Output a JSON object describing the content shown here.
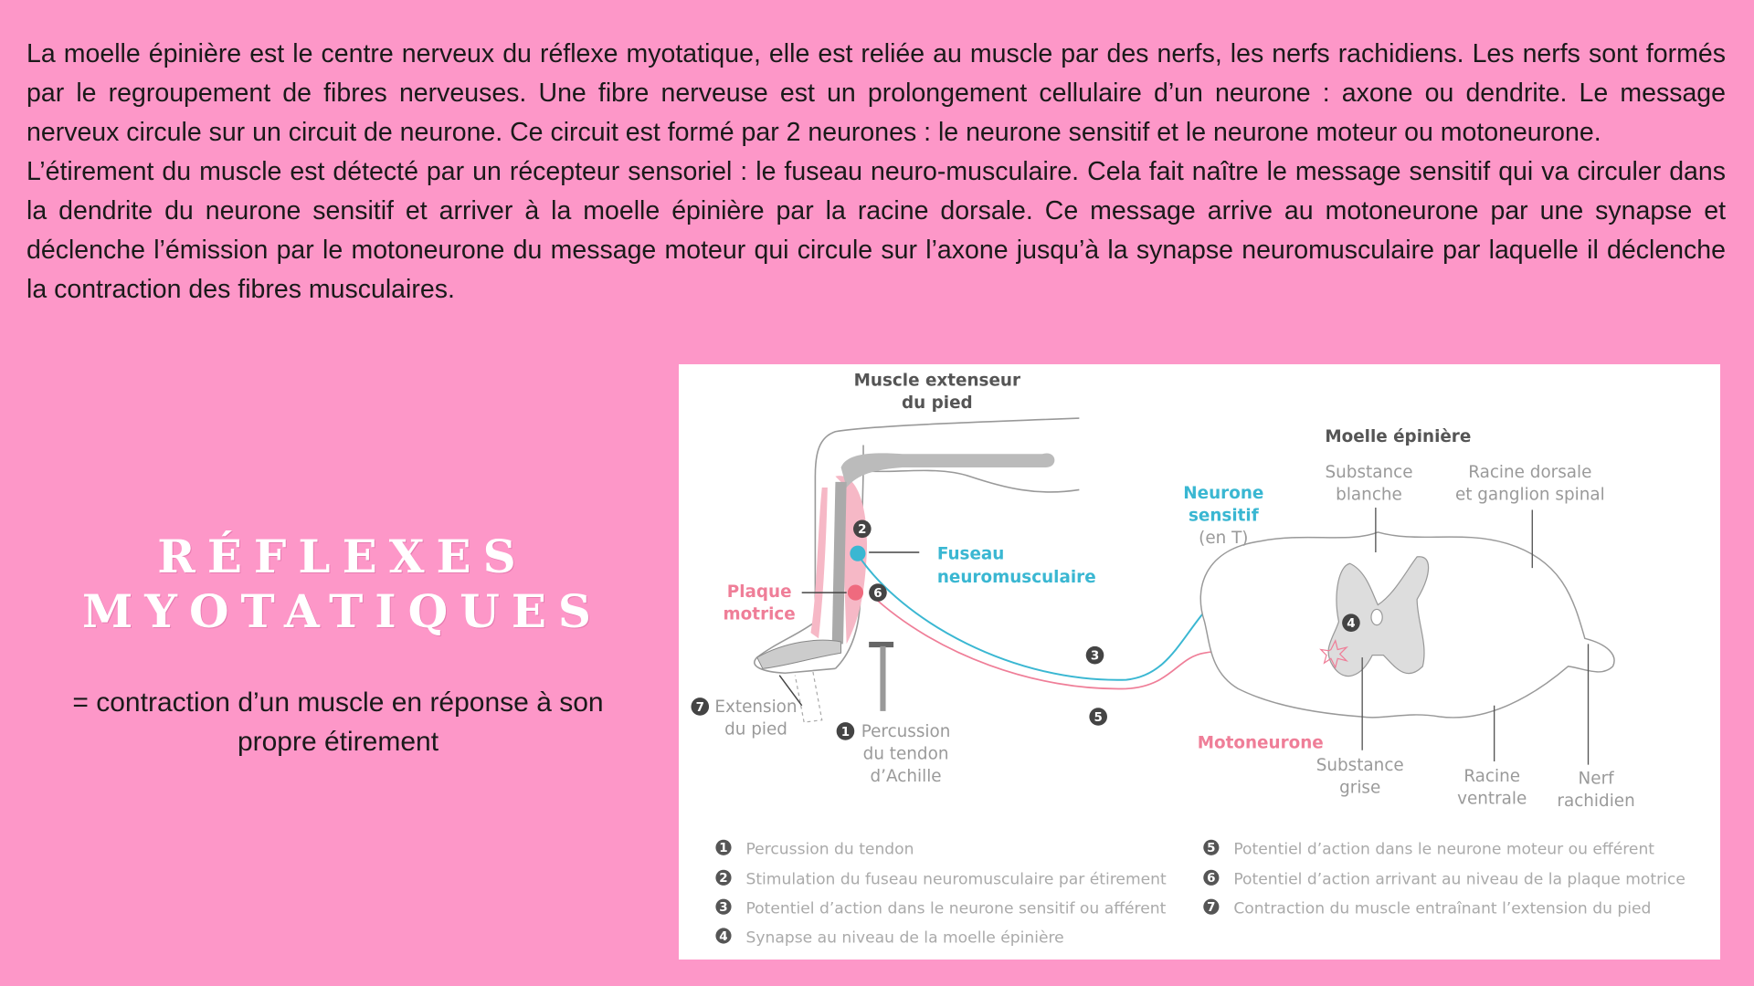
{
  "paragraph": {
    "p1": "La moelle épinière est le centre nerveux du réflexe myotatique, elle est reliée au muscle par des nerfs, les nerfs rachidiens. Les nerfs sont formés par le regroupement de fibres nerveuses. Une fibre nerveuse est un prolongement cellulaire d’un neurone : axone ou dendrite. Le message nerveux circule sur un circuit de neurone. Ce circuit est formé par 2 neurones : le neurone sensitif et le neurone moteur ou motoneurone.",
    "p2": "L’étirement du muscle est détecté par un récepteur sensoriel : le fuseau neuro-musculaire. Cela fait naître le message sensitif qui va circuler dans la dendrite du neurone sensitif et arriver à la moelle épinière par la racine dorsale. Ce message arrive au motoneurone par une synapse et déclenche l’émission par le motoneurone du message moteur qui circule sur l’axone jusqu’à la synapse neuromusculaire par laquelle il déclenche la contraction des fibres musculaires."
  },
  "title": {
    "line1": "Réflexes",
    "line2": "myotatiques"
  },
  "subtitle": "= contraction d’un muscle en réponse à son propre étirement",
  "diagram": {
    "muscle_l1": "Muscle extenseur",
    "muscle_l2": "du pied",
    "moelle": "Moelle épinière",
    "sb_l1": "Substance",
    "sb_l2": "blanche",
    "rd_l1": "Racine dorsale",
    "rd_l2": "et ganglion spinal",
    "ns_l1": "Neurone",
    "ns_l2": "sensitif",
    "ns_l3": "(en T)",
    "fuseau_l1": "Fuseau",
    "fuseau_l2": "neuromusculaire",
    "plaque_l1": "Plaque",
    "plaque_l2": "motrice",
    "ext_l1": "Extension",
    "ext_l2": "du pied",
    "perc_l1": "Percussion",
    "perc_l2": "du tendon",
    "perc_l3": "d’Achille",
    "moto": "Motoneurone",
    "sg_l1": "Substance",
    "sg_l2": "grise",
    "rv_l1": "Racine",
    "rv_l2": "ventrale",
    "nr_l1": "Nerf",
    "nr_l2": "rachidien",
    "nums": [
      "1",
      "2",
      "3",
      "4",
      "5",
      "6",
      "7"
    ],
    "legend": [
      "Percussion du tendon",
      "Stimulation du fuseau neuromusculaire par étirement",
      "Potentiel d’action dans le neurone sensitif ou afférent",
      "Synapse au niveau de la moelle épinière",
      "Potentiel d’action dans le neurone moteur ou efférent",
      "Potentiel d’action arrivant au niveau de la plaque motrice",
      "Contraction du muscle entraînant l’extension du pied"
    ],
    "colors": {
      "sensory": "#3ab7d2",
      "motor": "#ef7e98",
      "gray": "#d9d9d9"
    }
  }
}
